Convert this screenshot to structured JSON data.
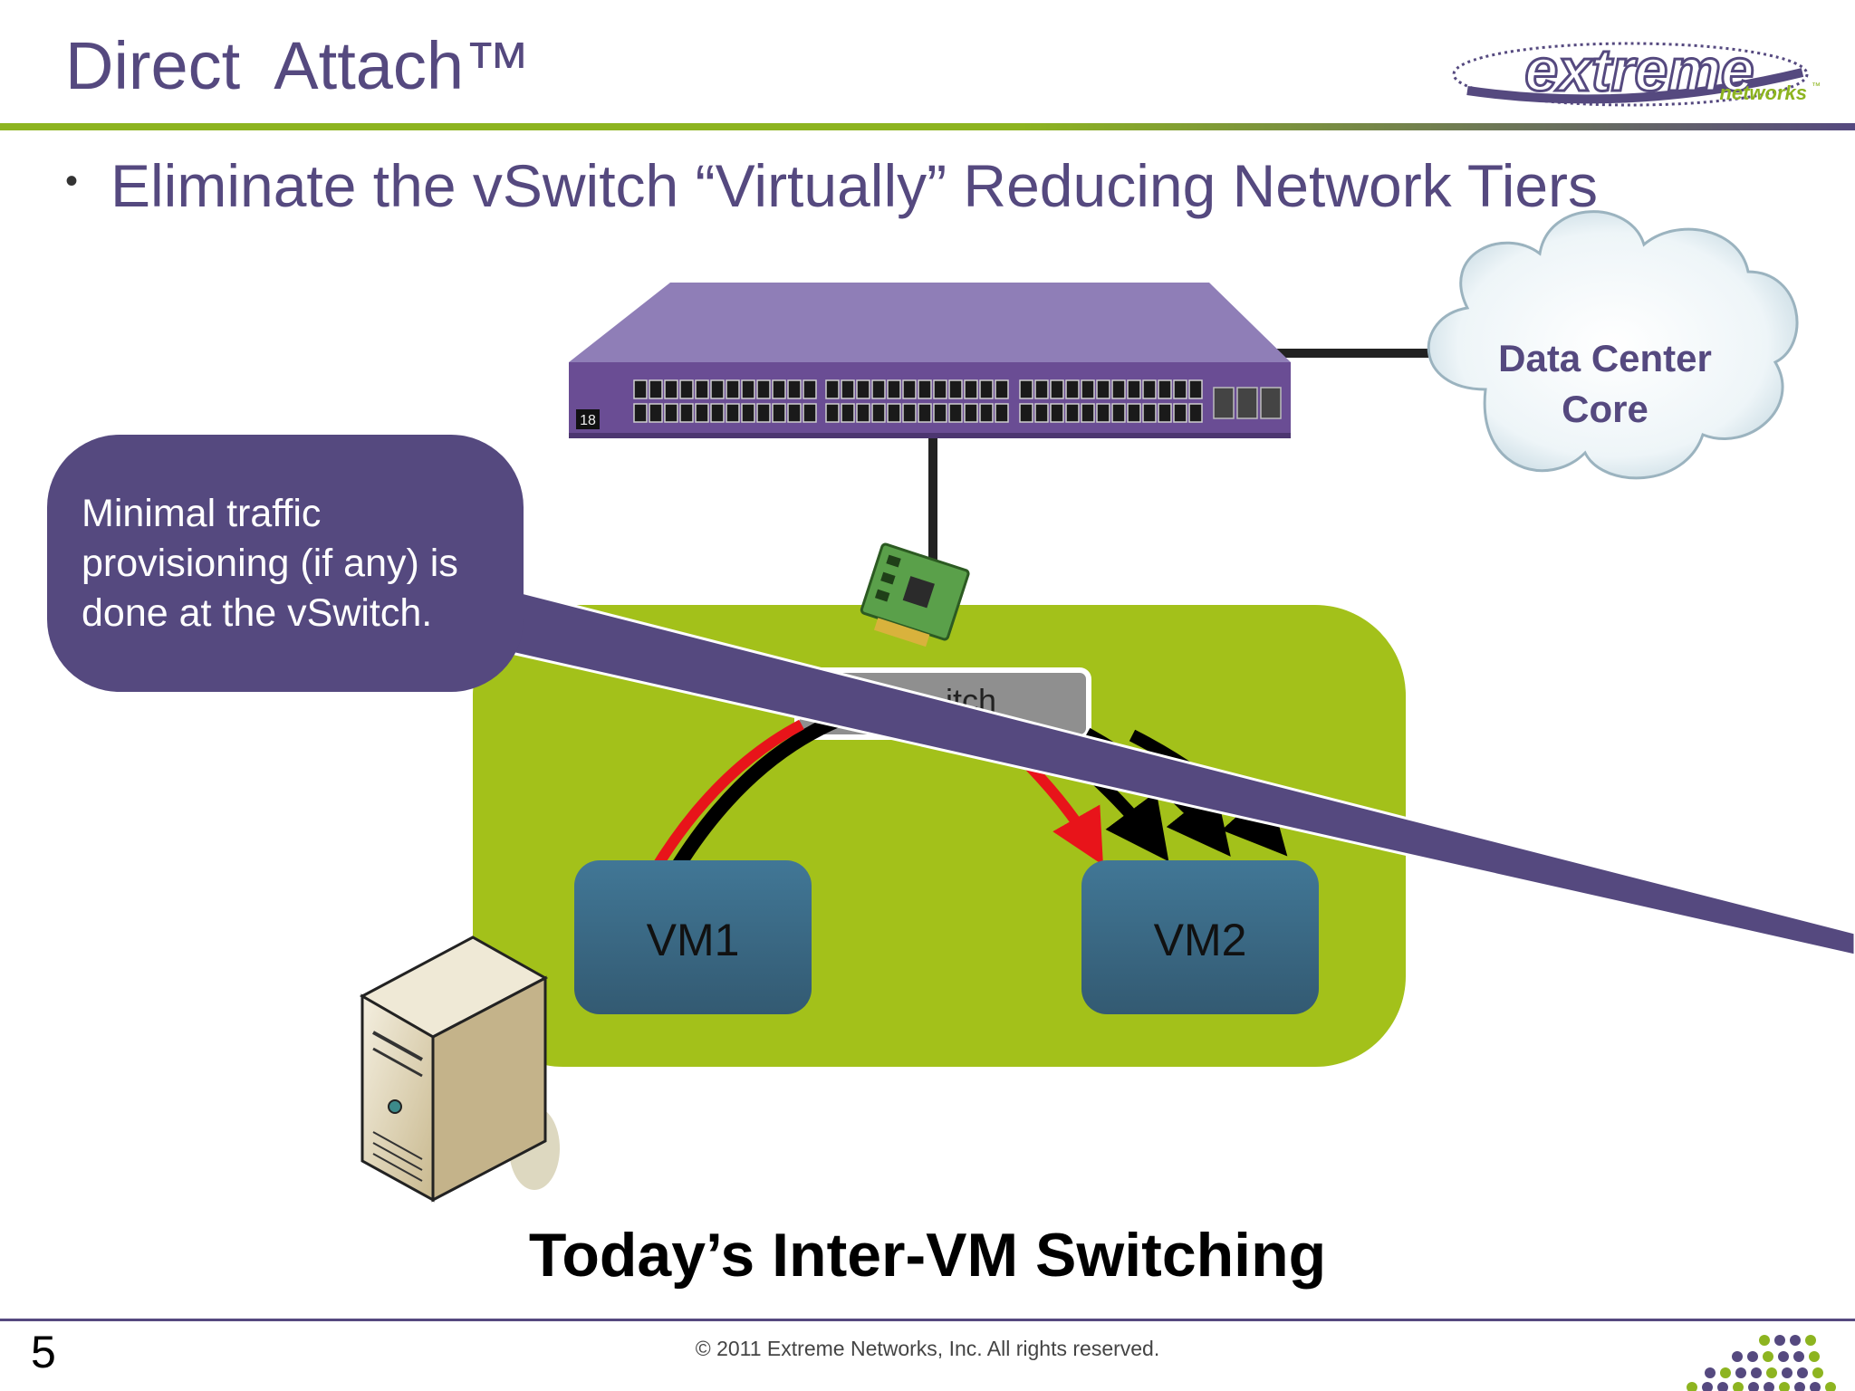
{
  "slide": {
    "title": "Direct  Attach™",
    "bullet": "Eliminate the vSwitch “Virtually” Reducing Network Tiers",
    "bullet_marker": "•",
    "caption": "Today’s Inter-VM Switching",
    "page_number": "5",
    "copyright": "© 2011 Extreme Networks, Inc. All rights reserved."
  },
  "logo": {
    "word": "extreme",
    "sub": "networks",
    "tm": "™"
  },
  "diagram": {
    "cloud_label_line1": "Data Center",
    "cloud_label_line2": "Core",
    "vswitch_label": "itch",
    "switch_display": "18",
    "vm1": "VM1",
    "vm2": "VM2",
    "callout": "Minimal traffic provisioning (if any) is done at the vSwitch."
  },
  "icons": [
    "network-switch-icon",
    "cloud-icon",
    "nic-card-icon",
    "server-tower-icon"
  ],
  "colors": {
    "brand_purple": "#55497f",
    "brand_green": "#8db420",
    "host_green": "#a3c11a",
    "vm_blue": "#3c6b86",
    "switch_purple": "#7b5ea6",
    "arrow_red": "#e8141a"
  }
}
